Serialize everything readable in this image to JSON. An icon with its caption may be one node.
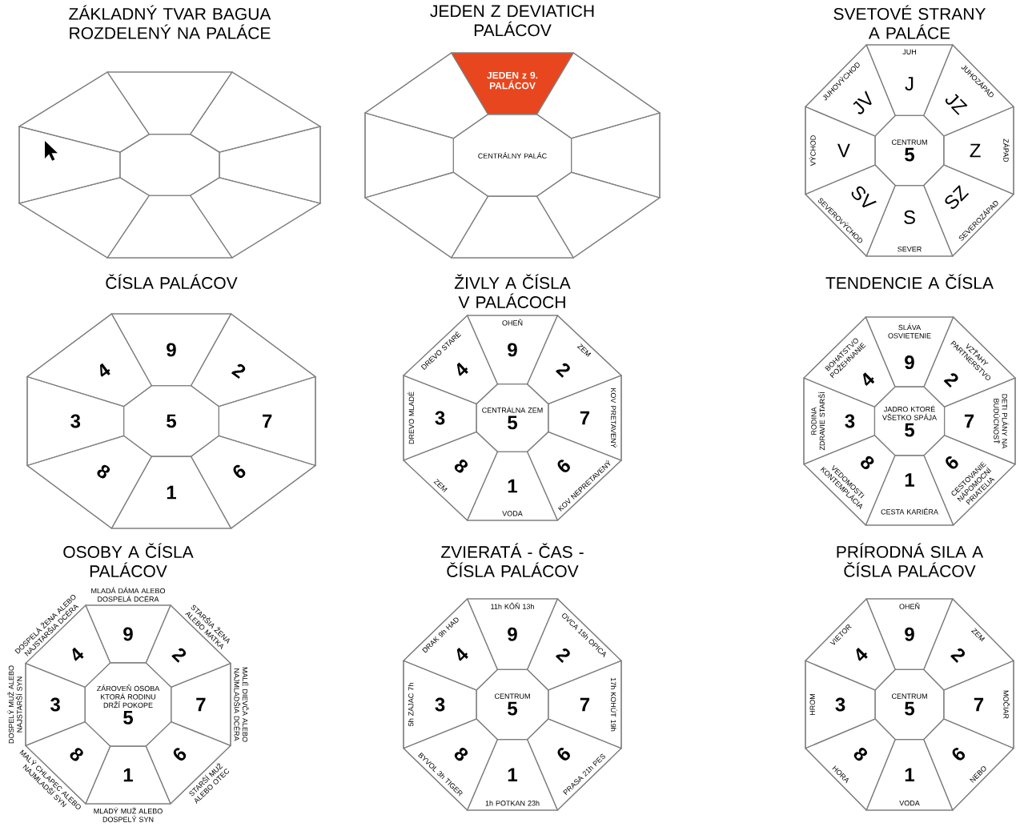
{
  "diagram": {
    "nodes": [
      {
        "text": [
          "ZÁKLADNÝ TVAR BAGUA ROZDELENÝ NA PALÁCE"
        ]
      },
      {
        "text": [],
        "shape": "trapezoid",
        "in": 0
      },
      {
        "text": [],
        "shape": "trapezoid",
        "in": 0
      },
      {
        "text": [],
        "shape": "trapezoid",
        "in": 0
      },
      {
        "text": [],
        "shape": "trapezoid",
        "in": 0
      },
      {
        "text": [],
        "shape": "octagon",
        "in": 0
      },
      {
        "text": [],
        "shape": "trapezoid",
        "in": 0
      },
      {
        "text": [],
        "shape": "trapezoid",
        "in": 0
      },
      {
        "text": [],
        "shape": "trapezoid",
        "in": 0
      },
      {
        "text": [],
        "shape": "trapezoid",
        "in": 0
      },
      {
        "text": [
          "JEDEN Z DEVIATICH PALÁCOV"
        ]
      },
      {
        "text": [],
        "shape": "trapezoid",
        "in": 10
      },
      {
        "text": [
          "JEDEN z 9. PALÁCOV"
        ],
        "in": 10
      },
      {
        "text": [],
        "shape": "trapezoid",
        "in": 10
      },
      {
        "text": [],
        "shape": "trapezoid",
        "in": 10
      },
      {
        "text": [
          "CENTRÁLNY PALÁC"
        ],
        "in": 10
      },
      {
        "text": [],
        "shape": "trapezoid",
        "in": 10
      },
      {
        "text": [],
        "shape": "trapezoid",
        "in": 10
      },
      {
        "text": [],
        "shape": "trapezoid",
        "in": 10
      },
      {
        "text": [],
        "shape": "trapezoid",
        "in": 10
      },
      {
        "text": [
          "SVETOVÉ STRANY A PALÁCE"
        ]
      },
      {
        "text": [
          "JV",
          "JUHOVÝCHOD"
        ],
        "in": 20
      },
      {
        "text": [
          "JUH",
          "J"
        ],
        "in": 20
      },
      {
        "text": [
          "JZ",
          "JUHOZÁPAD"
        ],
        "in": 20
      },
      {
        "text": [
          "V",
          "VÝCHOD"
        ],
        "in": 20
      },
      {
        "text": [
          "CENTRUM",
          "5"
        ],
        "in": 20
      },
      {
        "text": [
          "Z",
          "ZÁPAD"
        ],
        "in": 20
      },
      {
        "text": [
          "SV",
          "SEVEROVÝCHOD"
        ],
        "in": 20
      },
      {
        "text": [
          "S",
          "SEVER"
        ],
        "in": 20
      },
      {
        "text": [
          "SZ",
          "SEVEROZÁPAD"
        ],
        "in": 20
      },
      {
        "text": [
          "ČÍSLA PALÁCOV"
        ]
      },
      {
        "text": [
          "4"
        ],
        "in": 30
      },
      {
        "text": [
          "9"
        ],
        "in": 30
      },
      {
        "text": [
          "2"
        ],
        "in": 30
      },
      {
        "text": [
          "3"
        ],
        "in": 30
      },
      {
        "text": [
          "5"
        ],
        "in": 30
      },
      {
        "text": [
          "7"
        ],
        "in": 30
      },
      {
        "text": [
          "8"
        ],
        "in": 30
      },
      {
        "text": [
          "1"
        ],
        "in": 30
      },
      {
        "text": [
          "6"
        ],
        "in": 30
      },
      {
        "text": [
          "ŽIVLY A ČÍSLA V PALÁCOCH"
        ]
      },
      {
        "text": [
          "4",
          "DREVO STARÉ"
        ],
        "in": 40
      },
      {
        "text": [
          "OHEŇ",
          "9"
        ],
        "in": 40
      },
      {
        "text": [
          "2",
          "ZEM"
        ],
        "in": 40
      },
      {
        "text": [
          "3",
          "DREVO MLADÉ"
        ],
        "in": 40
      },
      {
        "text": [
          "CENTRÁLNA ZEM",
          "5"
        ],
        "in": 40
      },
      {
        "text": [
          "7",
          "KOV PRETAVENÝ"
        ],
        "in": 40
      },
      {
        "text": [
          "8",
          "ZEM"
        ],
        "in": 40
      },
      {
        "text": [
          "1",
          "VODA"
        ],
        "in": 40
      },
      {
        "text": [
          "6",
          "KOV NEPRETAVENÝ"
        ],
        "in": 40
      },
      {
        "text": [
          "TENDENCIE A ČÍSLA"
        ]
      },
      {
        "text": [
          "4",
          "BOHATSTVO POŽEHNANIE"
        ],
        "in": 50
      },
      {
        "text": [
          "SLÁVA OSVIETENIE",
          "9"
        ],
        "in": 50
      },
      {
        "text": [
          "2",
          "VZŤAHY PARTNERSTVO"
        ],
        "in": 50
      },
      {
        "text": [
          "3",
          "RODINA ZDRAVIE STARŠÍ"
        ],
        "in": 50
      },
      {
        "text": [
          "JADRO KTORÉ VŠETKO SPÁJA",
          "5"
        ],
        "in": 50
      },
      {
        "text": [
          "7",
          "DETI PLÁNY NA BUDÚCNOSŤ"
        ],
        "in": 50
      },
      {
        "text": [
          "8",
          "VEDOMOSTI KONTEMPLÁCIA"
        ],
        "in": 50
      },
      {
        "text": [
          "1",
          "CESTA KARIÉRA"
        ],
        "in": 50
      },
      {
        "text": [
          "6",
          "CESTOVANIE NÁPOMOCNÍ PRIATELIA"
        ],
        "in": 50
      },
      {
        "text": [
          "OSOBY A ČÍSLA PALÁCOV"
        ]
      },
      {
        "text": [
          "4"
        ],
        "beside": [
          "DOSPELÁ ŽENA ALEBO NAJSTARŠIA DCÉRA"
        ],
        "in": 60
      },
      {
        "text": [
          "9"
        ],
        "beside": [
          "MLADÁ DÁMA ALEBO DOSPELÁ DCÉRA"
        ],
        "in": 60
      },
      {
        "text": [
          "2"
        ],
        "beside": [
          "STARŠIA ŽENA ALEBO MATKA"
        ],
        "in": 60
      },
      {
        "text": [
          "3"
        ],
        "beside": [
          "DOSPELÝ MUŽ ALEBO NAJSTARŠÍ SYN"
        ],
        "in": 60
      },
      {
        "text": [
          "ZÁROVEŇ OSOBA KTORÁ RODINU DRŽÍ POKOPE",
          "5"
        ],
        "in": 60
      },
      {
        "text": [
          "7"
        ],
        "beside": [
          "MALÉ DIEVČA ALEBO NAJMLADŠIA DCÉRA"
        ],
        "in": 60
      },
      {
        "text": [
          "8"
        ],
        "beside": [
          "MALÝ CHLAPEC ALEBO NAJMLADŠÍ SYN"
        ],
        "in": 60
      },
      {
        "text": [
          "1"
        ],
        "beside": [
          "MLADÝ MUŽ ALEBO DOSPELÝ SYN"
        ],
        "in": 60
      },
      {
        "text": [
          "6"
        ],
        "beside": [
          "STARŠÍ MUŽ ALEBO OTEC"
        ],
        "in": 60
      },
      {
        "text": [
          "ZVIERATÁ - ČAS - ČÍSLA PALÁCOV"
        ]
      },
      {
        "text": [
          "4",
          "DRAK 9h HAD"
        ],
        "in": 70
      },
      {
        "text": [
          "11h KÔŇ 13h",
          "9"
        ],
        "in": 70
      },
      {
        "text": [
          "2",
          "OVCA 15h OPICA"
        ],
        "in": 70
      },
      {
        "text": [
          "3",
          "5h ZAJAC 7h"
        ],
        "in": 70
      },
      {
        "text": [
          "CENTRUM",
          "5"
        ],
        "in": 70
      },
      {
        "text": [
          "7",
          "17h KOHÚT 19h"
        ],
        "in": 70
      },
      {
        "text": [
          "8",
          "BYVOL 3h TIGER"
        ],
        "in": 70
      },
      {
        "text": [
          "1",
          "1h POTKAN 23h"
        ],
        "in": 70
      },
      {
        "text": [
          "6",
          "PRASA 21h PES"
        ],
        "in": 70
      },
      {
        "text": [
          "PRÍRODNÁ SILA A ČÍSLA PALÁCOV"
        ]
      },
      {
        "text": [
          "4",
          "VIETOR"
        ],
        "in": 80
      },
      {
        "text": [
          "OHEŇ",
          "9"
        ],
        "in": 80
      },
      {
        "text": [
          "2",
          "ZEM"
        ],
        "in": 80
      },
      {
        "text": [
          "3",
          "HROM"
        ],
        "in": 80
      },
      {
        "text": [
          "CENTRUM",
          "5"
        ],
        "in": 80
      },
      {
        "text": [
          "7",
          "MOČIAR"
        ],
        "in": 80
      },
      {
        "text": [
          "8",
          "HORA"
        ],
        "in": 80
      },
      {
        "text": [
          "1",
          "VODA"
        ],
        "in": 80
      },
      {
        "text": [
          "6",
          "NEBO"
        ],
        "in": 80
      }
    ]
  }
}
